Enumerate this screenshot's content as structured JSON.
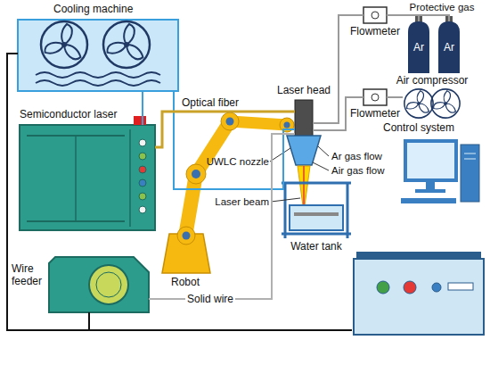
{
  "diagram": {
    "nodes": [
      {
        "text": [
          "Cooling machine"
        ]
      },
      {
        "text": [
          "Semiconductor laser"
        ]
      },
      {
        "text": [
          "Robot"
        ]
      },
      {
        "text": [
          "Laser head"
        ]
      },
      {
        "text": [
          "Water tank"
        ]
      },
      {
        "text": [
          "Wire feeder"
        ]
      },
      {
        "text": [
          "Flowmeter"
        ]
      },
      {
        "text": [
          "Flowmeter"
        ]
      },
      {
        "text": [
          "Ar"
        ]
      },
      {
        "text": [
          "Ar"
        ]
      },
      {
        "text": [
          "Air compressor"
        ]
      },
      {
        "text": [
          "Control system"
        ]
      }
    ],
    "edges": [
      {
        "from": 0,
        "to": 1,
        "arrow": "none"
      },
      {
        "from": 0,
        "to": 3,
        "arrow": "none"
      },
      {
        "from": 1,
        "to": 3,
        "label": "Optical fiber",
        "arrow": "none"
      },
      {
        "from": 8,
        "to": 6,
        "arrow": "none"
      },
      {
        "from": 9,
        "to": 6,
        "arrow": "none"
      },
      {
        "from": 6,
        "to": 3,
        "arrow": "none"
      },
      {
        "from": 10,
        "to": 7,
        "arrow": "none"
      },
      {
        "from": 7,
        "to": 3,
        "arrow": "none"
      },
      {
        "from": 5,
        "to": 3,
        "label": "Solid wire",
        "arrow": "none"
      },
      {
        "from": 0,
        "to": 11,
        "arrow": "none"
      },
      {
        "from": 5,
        "to": 11,
        "arrow": "none"
      }
    ],
    "labels": [
      "Protective gas",
      "UWLC nozzle",
      "Laser beam",
      "Ar gas flow",
      "Air gas flow"
    ]
  }
}
